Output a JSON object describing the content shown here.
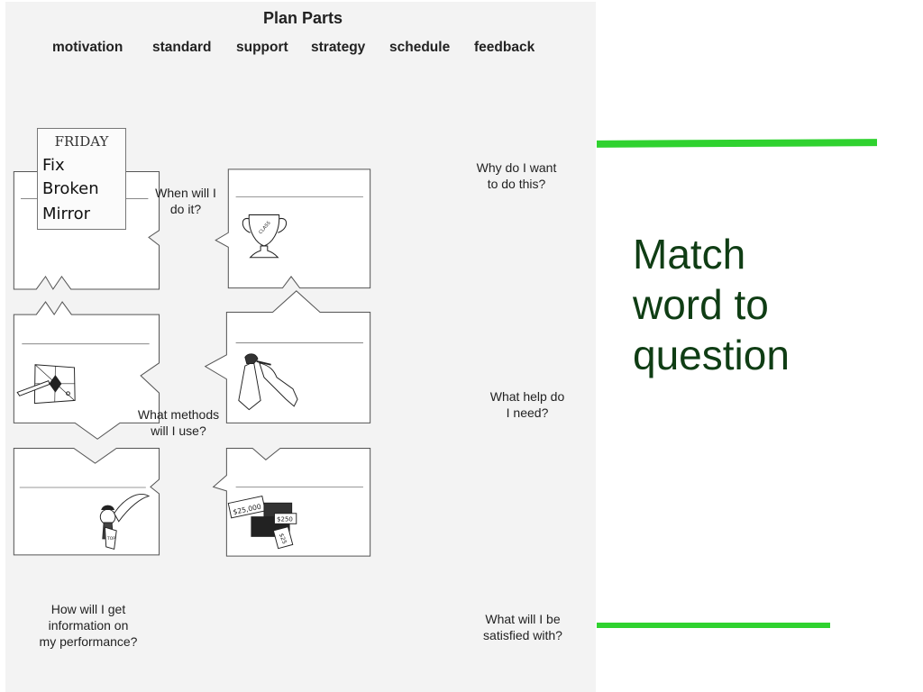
{
  "worksheet": {
    "title": "Plan Parts",
    "words": [
      "motivation",
      "standard",
      "support",
      "strategy",
      "schedule",
      "feedback"
    ],
    "questions": {
      "schedule": [
        "When will I",
        "do it?"
      ],
      "motivation": [
        "Why do I want",
        "to do this?"
      ],
      "strategy": [
        "What methods",
        "will I use?"
      ],
      "support": [
        "What help do",
        "I need?"
      ],
      "feedback": [
        "How will I get",
        "information on",
        "my performance?"
      ],
      "standard": [
        "What will I be",
        "satisfied with?"
      ]
    },
    "note": {
      "day": "FRIDAY",
      "lines": [
        "Fix",
        "Broken",
        "Mirror"
      ]
    },
    "trophy_text": "CLASS",
    "money": {
      "big": "$25,000",
      "mid": "$250",
      "small": "$25"
    },
    "flag_text": "TOP"
  },
  "slide": {
    "title_lines": [
      "Match",
      "word to",
      "question"
    ],
    "accent_color": "#2fd22f",
    "title_color": "#0f3d14"
  }
}
